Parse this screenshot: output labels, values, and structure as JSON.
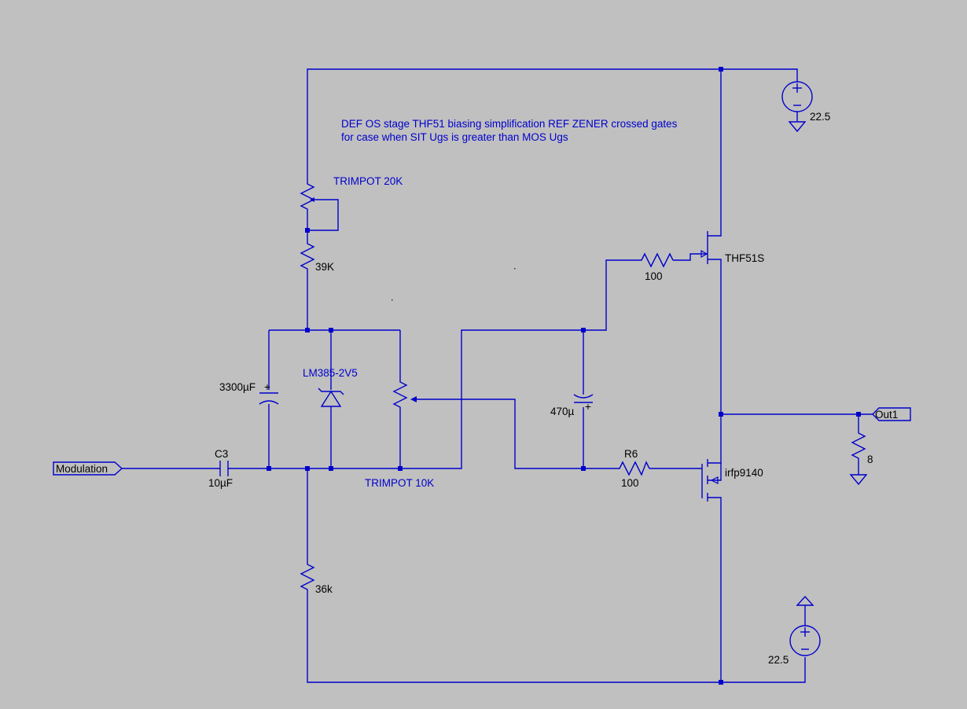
{
  "comment": {
    "line1": "DEF OS stage THF51 biasing simplification  REF ZENER crossed gates",
    "line2": "for case when SIT Ugs is greater than MOS Ugs"
  },
  "labels": {
    "trimpot20k": "TRIMPOT 20K",
    "r39k": "39K",
    "c3300": "3300µF",
    "zener": "LM385-2V5",
    "trimpot10k": "TRIMPOT 10K",
    "c470": "470µ",
    "r100_top": "100",
    "thf51": "THF51S",
    "r6_name": "R6",
    "r6_value": "100",
    "mosfet": "irfp9140",
    "c3_name": "C3",
    "c3_value": "10µF",
    "r36k": "36k",
    "r_load": "8",
    "v_top": "22.5",
    "v_bottom": "22.5"
  },
  "netlabels": {
    "input": "Modulation",
    "output": "Out1"
  },
  "colors": {
    "background": "#c0c0c0",
    "wire": "#0000cc",
    "value_text": "#000000",
    "label_text": "#0000cc"
  }
}
